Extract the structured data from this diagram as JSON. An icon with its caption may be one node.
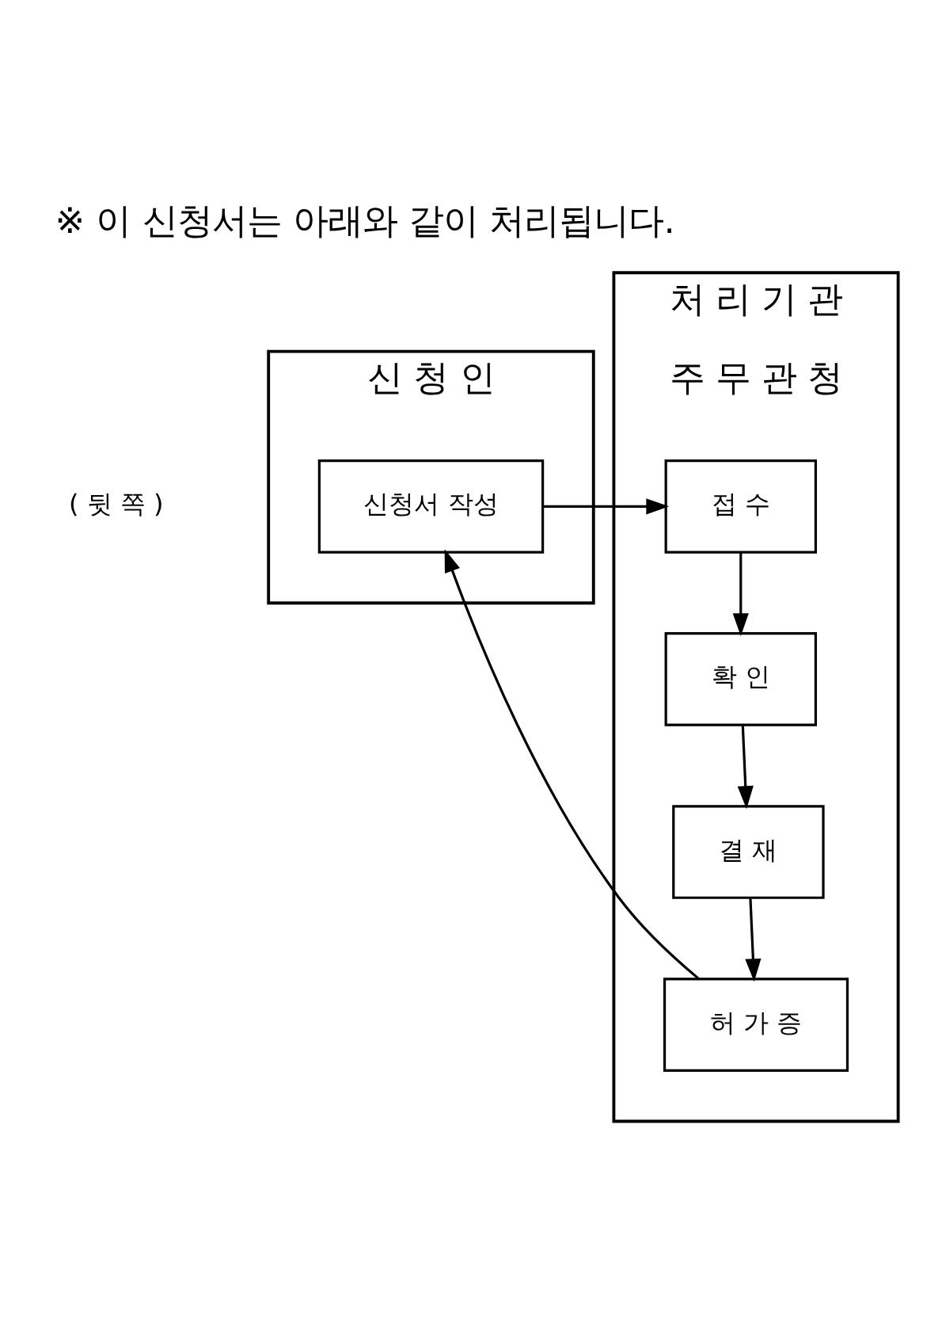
{
  "diagram": {
    "title": "※ 이 신청서는 아래와 같이 처리됩니다.",
    "nodes": [
      {
        "text": [
          "신 청 인"
        ]
      },
      {
        "text": [
          "처 리 기 관",
          "주 무 관 청"
        ]
      },
      {
        "text": [
          "신청서 작성"
        ],
        "in": 0
      },
      {
        "text": [
          "접 수"
        ],
        "in": 1
      },
      {
        "text": [
          "확 인"
        ],
        "in": 1
      },
      {
        "text": [
          "결 재"
        ],
        "in": 1
      },
      {
        "text": [
          "허 가 증"
        ],
        "in": 1
      }
    ],
    "edges": [
      {
        "from": 2,
        "to": 3,
        "arrow": "to"
      },
      {
        "from": 3,
        "to": 4,
        "arrow": "to"
      },
      {
        "from": 4,
        "to": 5,
        "arrow": "to"
      },
      {
        "from": 5,
        "to": 6,
        "arrow": "to"
      },
      {
        "from": 6,
        "to": 2,
        "arrow": "to"
      }
    ],
    "labels": [
      "( 뒷 쪽 )"
    ]
  }
}
